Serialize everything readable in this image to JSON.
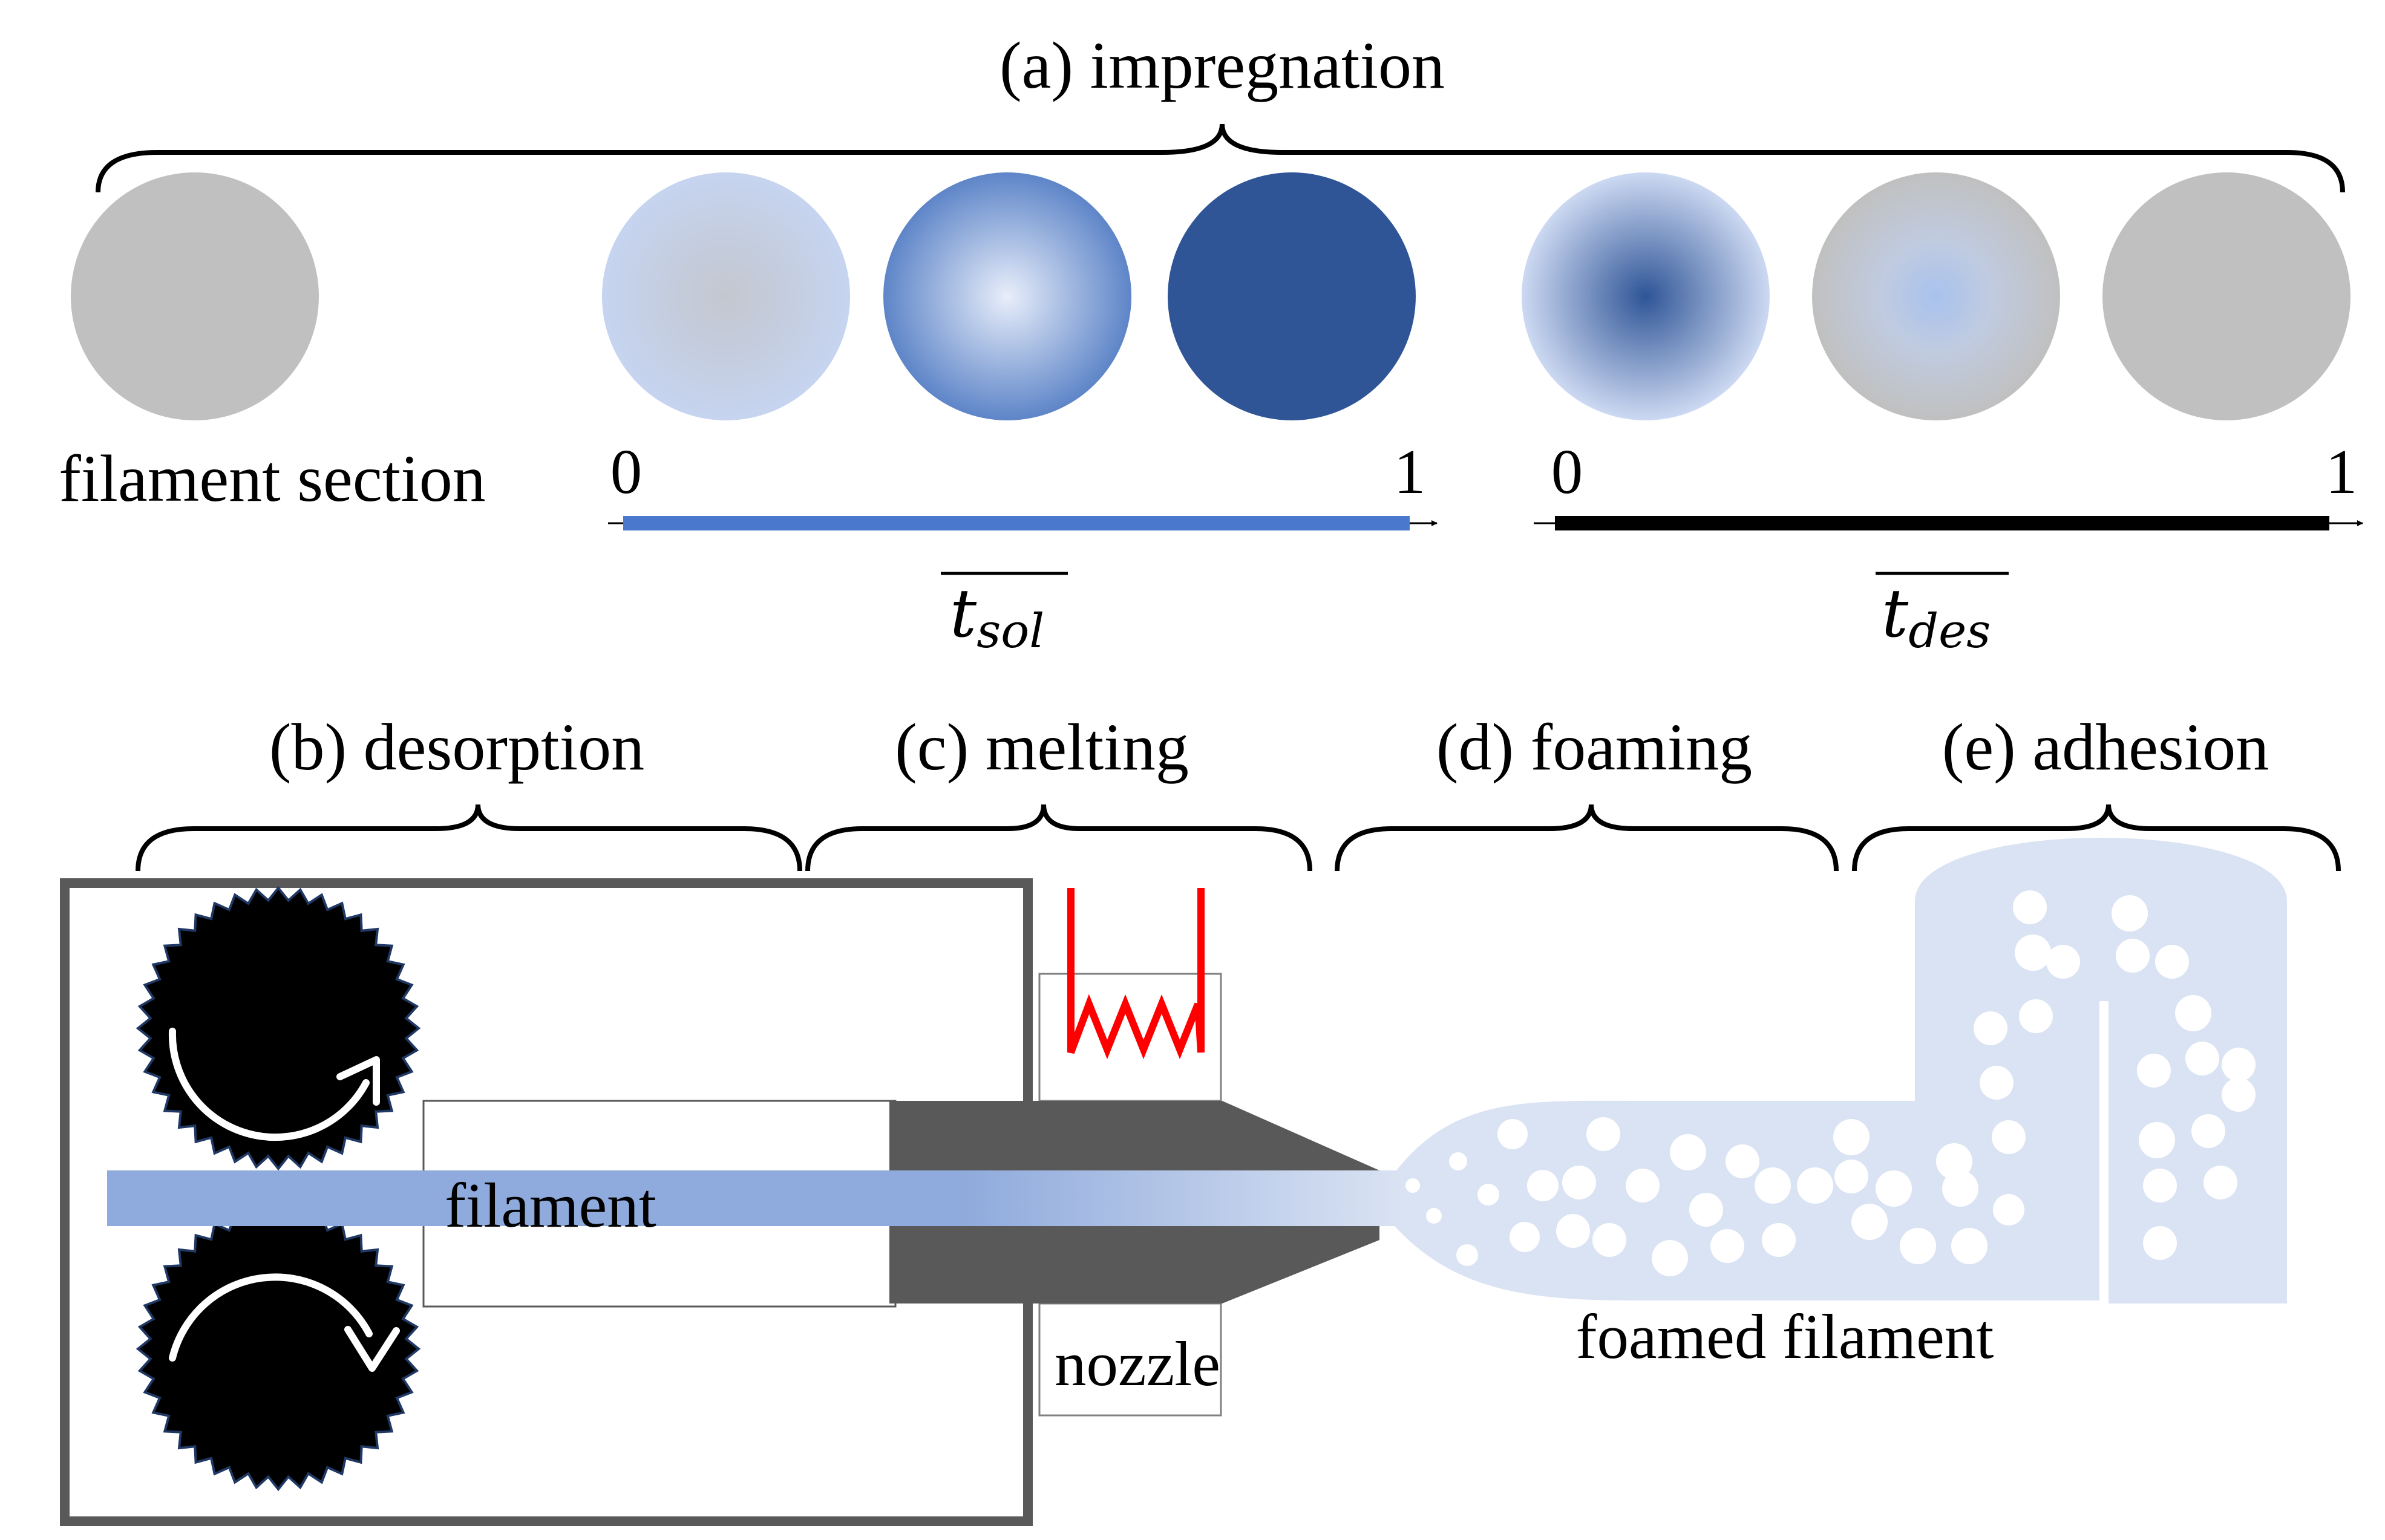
{
  "top": {
    "title": "(a) impregnation",
    "filament_section_label": "filament section",
    "sol_axis": {
      "start": "0",
      "end": "1",
      "symbol": "t",
      "subscript": "sol",
      "color": "#4a78cc"
    },
    "des_axis": {
      "start": "0",
      "end": "1",
      "symbol": "t",
      "subscript": "des",
      "color": "#000000"
    }
  },
  "stages": {
    "desorption": "(b) desorption",
    "melting": "(c) melting",
    "foaming": "(d) foaming",
    "adhesion": "(e) adhesion"
  },
  "labels": {
    "filament": "filament",
    "nozzle": "nozzle",
    "foamed_filament": "foamed filament"
  },
  "colors": {
    "polymer_gray": "#c0c0c0",
    "saturated_blue": "#2f5597",
    "light_blue": "#c9d6f0",
    "foam_blue": "#dae3f3",
    "nozzle_gray": "#595959",
    "heater_red": "#ff0000",
    "box_border": "#595959"
  }
}
